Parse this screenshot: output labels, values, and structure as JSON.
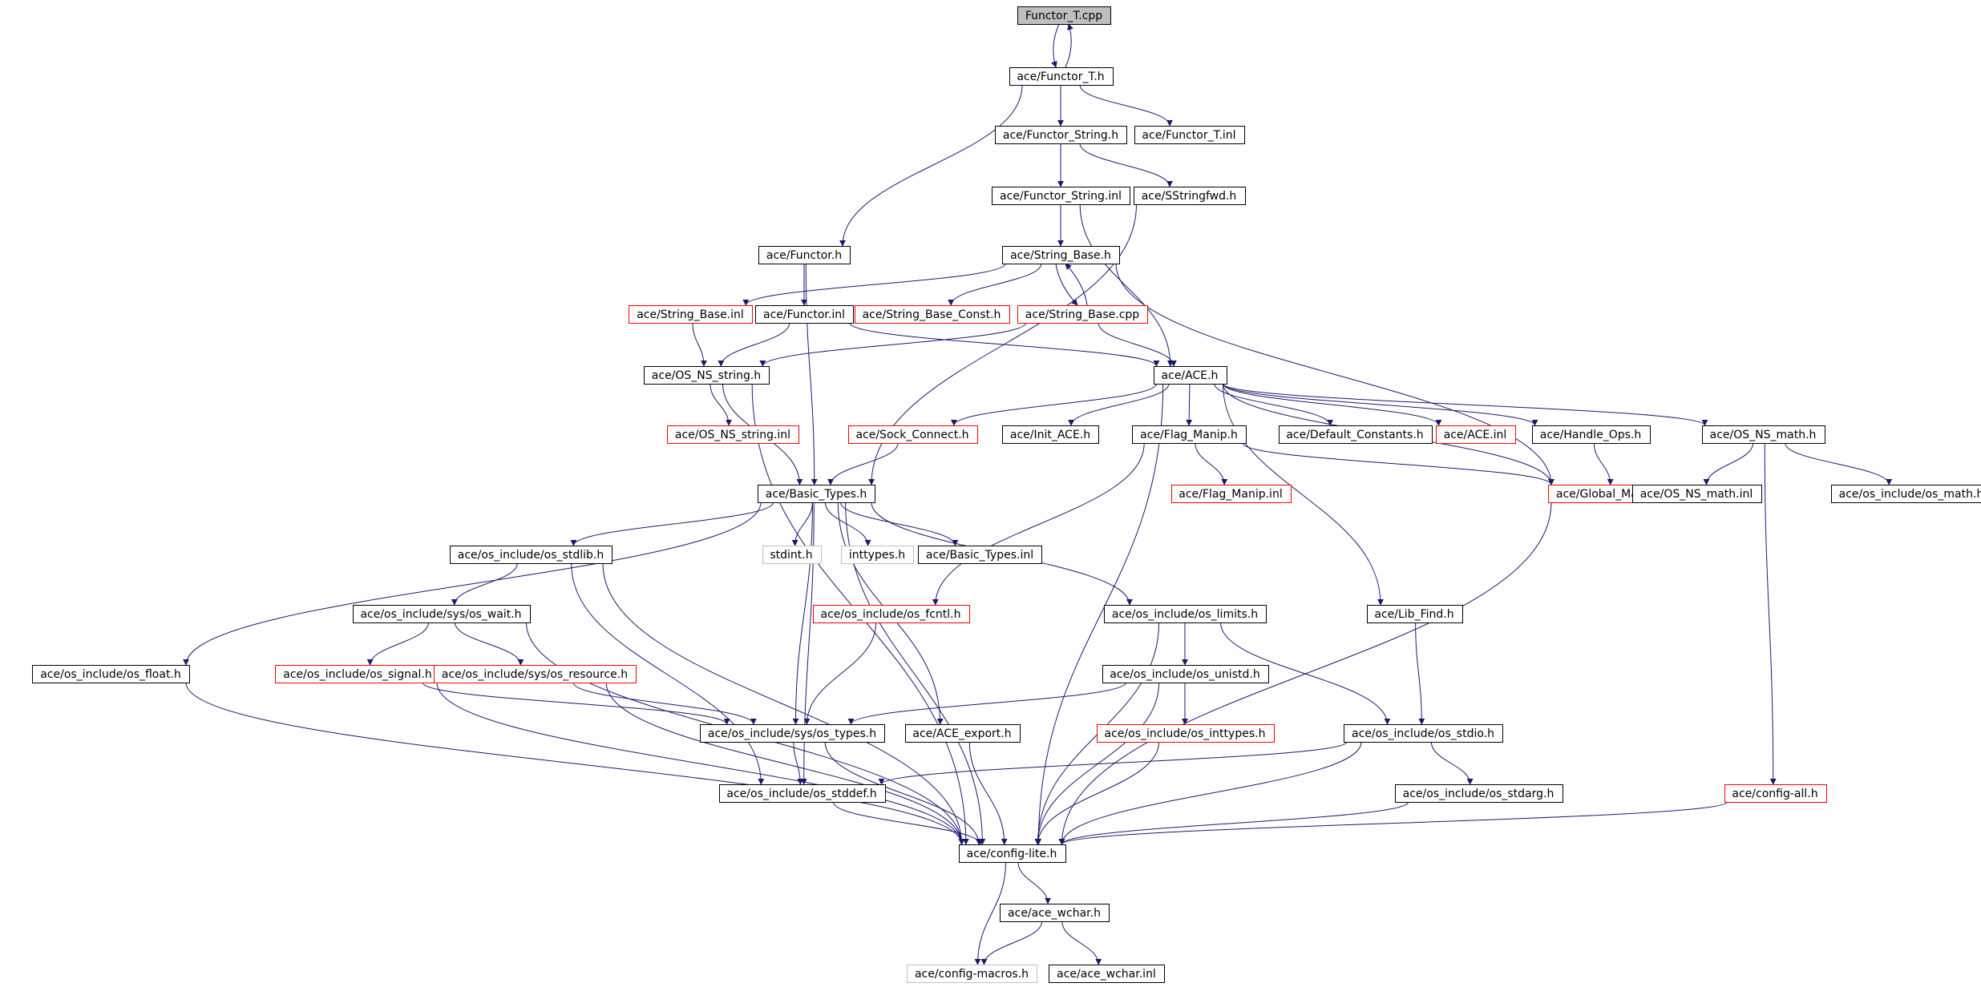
{
  "colors": {
    "edge": "#191970",
    "border_black": "#000000",
    "border_red": "#ff0000",
    "border_gray": "#bfbfbf",
    "root_fill": "#bfbfbf",
    "text": "#000000"
  },
  "graph": {
    "title": "",
    "nodes": [
      {
        "id": "n_functor_t_cpp",
        "label": "Functor_T.cpp",
        "style": "root"
      },
      {
        "id": "n_functor_t_h",
        "label": "ace/Functor_T.h",
        "style": "black"
      },
      {
        "id": "n_functor_string_h",
        "label": "ace/Functor_String.h",
        "style": "black"
      },
      {
        "id": "n_functor_t_inl",
        "label": "ace/Functor_T.inl",
        "style": "black"
      },
      {
        "id": "n_functor_string_inl",
        "label": "ace/Functor_String.inl",
        "style": "black"
      },
      {
        "id": "n_sstringfwd_h",
        "label": "ace/SStringfwd.h",
        "style": "black"
      },
      {
        "id": "n_functor_h",
        "label": "ace/Functor.h",
        "style": "black"
      },
      {
        "id": "n_string_base_h",
        "label": "ace/String_Base.h",
        "style": "black"
      },
      {
        "id": "n_string_base_inl",
        "label": "ace/String_Base.inl",
        "style": "red"
      },
      {
        "id": "n_functor_inl",
        "label": "ace/Functor.inl",
        "style": "black"
      },
      {
        "id": "n_string_base_const_h",
        "label": "ace/String_Base_Const.h",
        "style": "red"
      },
      {
        "id": "n_string_base_cpp",
        "label": "ace/String_Base.cpp",
        "style": "red"
      },
      {
        "id": "n_os_ns_string_h",
        "label": "ace/OS_NS_string.h",
        "style": "black"
      },
      {
        "id": "n_ace_h",
        "label": "ace/ACE.h",
        "style": "black"
      },
      {
        "id": "n_os_ns_string_inl",
        "label": "ace/OS_NS_string.inl",
        "style": "red"
      },
      {
        "id": "n_sock_connect_h",
        "label": "ace/Sock_Connect.h",
        "style": "red"
      },
      {
        "id": "n_init_ace_h",
        "label": "ace/Init_ACE.h",
        "style": "black"
      },
      {
        "id": "n_flag_manip_h",
        "label": "ace/Flag_Manip.h",
        "style": "black"
      },
      {
        "id": "n_default_constants_h",
        "label": "ace/Default_Constants.h",
        "style": "black"
      },
      {
        "id": "n_ace_inl",
        "label": "ace/ACE.inl",
        "style": "red"
      },
      {
        "id": "n_handle_ops_h",
        "label": "ace/Handle_Ops.h",
        "style": "black"
      },
      {
        "id": "n_os_ns_math_h",
        "label": "ace/OS_NS_math.h",
        "style": "black"
      },
      {
        "id": "n_basic_types_h",
        "label": "ace/Basic_Types.h",
        "style": "black"
      },
      {
        "id": "n_flag_manip_inl",
        "label": "ace/Flag_Manip.inl",
        "style": "red"
      },
      {
        "id": "n_global_macros_h",
        "label": "ace/Global_Macros.h",
        "style": "red"
      },
      {
        "id": "n_os_ns_math_inl",
        "label": "ace/OS_NS_math.inl",
        "style": "black"
      },
      {
        "id": "n_os_math_h",
        "label": "ace/os_include/os_math.h",
        "style": "black"
      },
      {
        "id": "n_os_stdlib_h",
        "label": "ace/os_include/os_stdlib.h",
        "style": "black"
      },
      {
        "id": "n_stdint_h",
        "label": "stdint.h",
        "style": "gray"
      },
      {
        "id": "n_inttypes_h",
        "label": "inttypes.h",
        "style": "gray"
      },
      {
        "id": "n_basic_types_inl",
        "label": "ace/Basic_Types.inl",
        "style": "black"
      },
      {
        "id": "n_os_wait_h",
        "label": "ace/os_include/sys/os_wait.h",
        "style": "black"
      },
      {
        "id": "n_os_fcntl_h",
        "label": "ace/os_include/os_fcntl.h",
        "style": "red"
      },
      {
        "id": "n_os_limits_h",
        "label": "ace/os_include/os_limits.h",
        "style": "black"
      },
      {
        "id": "n_lib_find_h",
        "label": "ace/Lib_Find.h",
        "style": "black"
      },
      {
        "id": "n_os_float_h",
        "label": "ace/os_include/os_float.h",
        "style": "black"
      },
      {
        "id": "n_os_signal_h",
        "label": "ace/os_include/os_signal.h",
        "style": "red"
      },
      {
        "id": "n_os_resource_h",
        "label": "ace/os_include/sys/os_resource.h",
        "style": "red"
      },
      {
        "id": "n_os_unistd_h",
        "label": "ace/os_include/os_unistd.h",
        "style": "black"
      },
      {
        "id": "n_os_types_h",
        "label": "ace/os_include/sys/os_types.h",
        "style": "black"
      },
      {
        "id": "n_ace_export_h",
        "label": "ace/ACE_export.h",
        "style": "black"
      },
      {
        "id": "n_os_inttypes_h",
        "label": "ace/os_include/os_inttypes.h",
        "style": "red"
      },
      {
        "id": "n_os_stdio_h",
        "label": "ace/os_include/os_stdio.h",
        "style": "black"
      },
      {
        "id": "n_os_stddef_h",
        "label": "ace/os_include/os_stddef.h",
        "style": "black"
      },
      {
        "id": "n_os_stdarg_h",
        "label": "ace/os_include/os_stdarg.h",
        "style": "black"
      },
      {
        "id": "n_config_all_h",
        "label": "ace/config-all.h",
        "style": "red"
      },
      {
        "id": "n_config_lite_h",
        "label": "ace/config-lite.h",
        "style": "black"
      },
      {
        "id": "n_ace_wchar_h",
        "label": "ace/ace_wchar.h",
        "style": "black"
      },
      {
        "id": "n_config_macros_h",
        "label": "ace/config-macros.h",
        "style": "gray"
      },
      {
        "id": "n_ace_wchar_inl",
        "label": "ace/ace_wchar.inl",
        "style": "black"
      }
    ],
    "edges": [
      [
        "n_functor_t_cpp",
        "n_functor_t_h"
      ],
      [
        "n_functor_t_h",
        "n_functor_t_cpp"
      ],
      [
        "n_functor_t_h",
        "n_functor_string_h"
      ],
      [
        "n_functor_t_h",
        "n_functor_t_inl"
      ],
      [
        "n_functor_t_h",
        "n_functor_h"
      ],
      [
        "n_functor_string_h",
        "n_functor_string_inl"
      ],
      [
        "n_functor_string_h",
        "n_sstringfwd_h"
      ],
      [
        "n_functor_string_inl",
        "n_string_base_h"
      ],
      [
        "n_functor_string_inl",
        "n_ace_h"
      ],
      [
        "n_sstringfwd_h",
        "n_basic_types_h"
      ],
      [
        "n_functor_h",
        "n_functor_inl"
      ],
      [
        "n_functor_h",
        "n_basic_types_h"
      ],
      [
        "n_string_base_h",
        "n_string_base_inl"
      ],
      [
        "n_string_base_h",
        "n_string_base_const_h"
      ],
      [
        "n_string_base_h",
        "n_string_base_cpp"
      ],
      [
        "n_string_base_h",
        "n_global_macros_h"
      ],
      [
        "n_string_base_cpp",
        "n_string_base_h"
      ],
      [
        "n_string_base_cpp",
        "n_ace_h"
      ],
      [
        "n_string_base_cpp",
        "n_os_ns_string_h"
      ],
      [
        "n_string_base_inl",
        "n_os_ns_string_h"
      ],
      [
        "n_functor_inl",
        "n_os_ns_string_h"
      ],
      [
        "n_functor_inl",
        "n_ace_h"
      ],
      [
        "n_os_ns_string_h",
        "n_os_ns_string_inl"
      ],
      [
        "n_os_ns_string_h",
        "n_basic_types_h"
      ],
      [
        "n_os_ns_string_h",
        "n_config_lite_h"
      ],
      [
        "n_ace_h",
        "n_sock_connect_h"
      ],
      [
        "n_ace_h",
        "n_init_ace_h"
      ],
      [
        "n_ace_h",
        "n_flag_manip_h"
      ],
      [
        "n_ace_h",
        "n_default_constants_h"
      ],
      [
        "n_ace_h",
        "n_ace_inl"
      ],
      [
        "n_ace_h",
        "n_handle_ops_h"
      ],
      [
        "n_ace_h",
        "n_os_ns_math_h"
      ],
      [
        "n_ace_h",
        "n_lib_find_h"
      ],
      [
        "n_ace_h",
        "n_config_lite_h"
      ],
      [
        "n_ace_h",
        "n_global_macros_h"
      ],
      [
        "n_sock_connect_h",
        "n_basic_types_h"
      ],
      [
        "n_flag_manip_h",
        "n_flag_manip_inl"
      ],
      [
        "n_flag_manip_h",
        "n_global_macros_h"
      ],
      [
        "n_flag_manip_h",
        "n_os_fcntl_h"
      ],
      [
        "n_handle_ops_h",
        "n_global_macros_h"
      ],
      [
        "n_os_ns_math_h",
        "n_os_ns_math_inl"
      ],
      [
        "n_os_ns_math_h",
        "n_os_math_h"
      ],
      [
        "n_os_ns_math_h",
        "n_config_all_h"
      ],
      [
        "n_global_macros_h",
        "n_config_lite_h"
      ],
      [
        "n_basic_types_h",
        "n_os_stdlib_h"
      ],
      [
        "n_basic_types_h",
        "n_stdint_h"
      ],
      [
        "n_basic_types_h",
        "n_inttypes_h"
      ],
      [
        "n_basic_types_h",
        "n_basic_types_inl"
      ],
      [
        "n_basic_types_h",
        "n_os_limits_h"
      ],
      [
        "n_basic_types_h",
        "n_os_float_h"
      ],
      [
        "n_basic_types_h",
        "n_os_types_h"
      ],
      [
        "n_basic_types_h",
        "n_ace_export_h"
      ],
      [
        "n_basic_types_h",
        "n_os_stddef_h"
      ],
      [
        "n_basic_types_h",
        "n_config_lite_h"
      ],
      [
        "n_os_stdlib_h",
        "n_os_wait_h"
      ],
      [
        "n_os_stdlib_h",
        "n_os_stddef_h"
      ],
      [
        "n_os_stdlib_h",
        "n_config_lite_h"
      ],
      [
        "n_os_wait_h",
        "n_os_signal_h"
      ],
      [
        "n_os_wait_h",
        "n_os_resource_h"
      ],
      [
        "n_os_wait_h",
        "n_config_lite_h"
      ],
      [
        "n_os_signal_h",
        "n_os_types_h"
      ],
      [
        "n_os_signal_h",
        "n_config_lite_h"
      ],
      [
        "n_os_resource_h",
        "n_os_types_h"
      ],
      [
        "n_os_resource_h",
        "n_config_lite_h"
      ],
      [
        "n_os_fcntl_h",
        "n_os_types_h"
      ],
      [
        "n_os_limits_h",
        "n_os_unistd_h"
      ],
      [
        "n_os_limits_h",
        "n_os_stdio_h"
      ],
      [
        "n_os_limits_h",
        "n_config_lite_h"
      ],
      [
        "n_os_unistd_h",
        "n_os_inttypes_h"
      ],
      [
        "n_os_unistd_h",
        "n_os_types_h"
      ],
      [
        "n_os_unistd_h",
        "n_config_lite_h"
      ],
      [
        "n_os_inttypes_h",
        "n_config_lite_h"
      ],
      [
        "n_lib_find_h",
        "n_os_stdio_h"
      ],
      [
        "n_os_stdio_h",
        "n_os_stdarg_h"
      ],
      [
        "n_os_stdio_h",
        "n_os_stddef_h"
      ],
      [
        "n_os_stdio_h",
        "n_config_lite_h"
      ],
      [
        "n_os_stdarg_h",
        "n_config_lite_h"
      ],
      [
        "n_os_float_h",
        "n_config_lite_h"
      ],
      [
        "n_os_types_h",
        "n_os_stddef_h"
      ],
      [
        "n_os_types_h",
        "n_config_lite_h"
      ],
      [
        "n_ace_export_h",
        "n_config_lite_h"
      ],
      [
        "n_os_stddef_h",
        "n_config_lite_h"
      ],
      [
        "n_config_all_h",
        "n_config_lite_h"
      ],
      [
        "n_config_lite_h",
        "n_ace_wchar_h"
      ],
      [
        "n_config_lite_h",
        "n_config_macros_h"
      ],
      [
        "n_ace_wchar_h",
        "n_config_macros_h"
      ],
      [
        "n_ace_wchar_h",
        "n_ace_wchar_inl"
      ]
    ]
  }
}
